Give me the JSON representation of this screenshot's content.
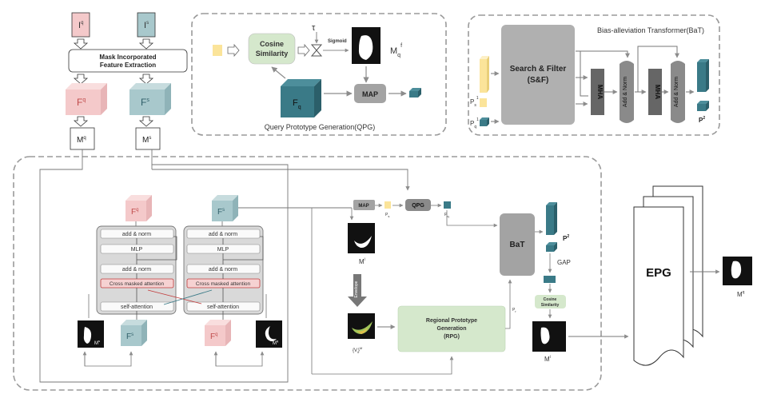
{
  "left_top": {
    "iq_label": "I",
    "iq_sup": "q",
    "is_label": "I",
    "is_sup": "s",
    "feat_extract_line1": "Mask Incorporated",
    "feat_extract_line2": "Feature Extraction",
    "fq_label": "F",
    "fq_sup": "q",
    "fs_label": "F",
    "fs_sup": "s",
    "mq_label": "M",
    "mq_sup": "q",
    "ms_label": "M",
    "ms_sup": "s"
  },
  "qpg": {
    "cosine_line1": "Cosine",
    "cosine_line2": "Similarity",
    "tau": "τ",
    "sigmoid": "Sigmoid",
    "mqf_label": "M",
    "mqf_sub": "q",
    "mqf_sup": "f",
    "fq_label": "F",
    "fq_sub": "q",
    "map_label": "MAP",
    "title": "Query Prototype Generation(QPG)"
  },
  "bat": {
    "title": "Bias-alleviation Transformer(BaT)",
    "search_line1": "Search & Filter",
    "search_line2": "(S&F)",
    "ps_label": "P",
    "ps_sub": "s",
    "ps_sup": "1",
    "pq_label": "P",
    "pq_sub": "q",
    "pq_sup": "1",
    "mha1": "MHA",
    "addnorm1": "Add & Norm",
    "mha2": "MHA",
    "addnorm2": "Add & Norm",
    "p2_label": "P",
    "p2_sup": "2"
  },
  "block": {
    "fq_label": "F",
    "fq_sup": "q",
    "fs_label": "F",
    "fs_sup": "s",
    "addnorm": "add & norm",
    "mlp": "MLP",
    "cross": "Cross masked attention",
    "selfattn": "self-attention",
    "ms_label": "M",
    "ms_sup": "s",
    "mq_label": "M",
    "mq_sup": "q"
  },
  "right": {
    "map_label": "MAP",
    "ps_label": "P",
    "ps_sub": "s",
    "qpg_label": "QPG",
    "pq_label": "P",
    "pq_sub": "q",
    "mi_label": "M",
    "mi_sup": "i",
    "envelope": "Envelope",
    "vi_label": "{V",
    "vi_sub": "i",
    "vi_end": "}",
    "vi_sup": "M",
    "rpg_line1": "Regional Prototype",
    "rpg_line2": "Generation",
    "rpg_line3": "(RPG)",
    "pr_label": "P",
    "pr_sub": "r",
    "bat_label": "BaT",
    "p2_label": "P",
    "p2_sup": "2",
    "gap_label": "GAP",
    "cos_line1": "Cosine",
    "cos_line2": "Similarity",
    "mi2_label": "M",
    "mi2_sup": "i",
    "epg_label": "EPG",
    "mq_label": "M",
    "mq_sup": "q"
  },
  "colors": {
    "pink": "#f4c9ca",
    "teal": "#a8c8cc",
    "green": "#d5e8cc",
    "gray": "#a3a3a3",
    "dark_teal": "#3a7a87",
    "yellow": "#fbe49a",
    "red_fill": "#f6d2d2",
    "red_line": "#c23b3b"
  }
}
